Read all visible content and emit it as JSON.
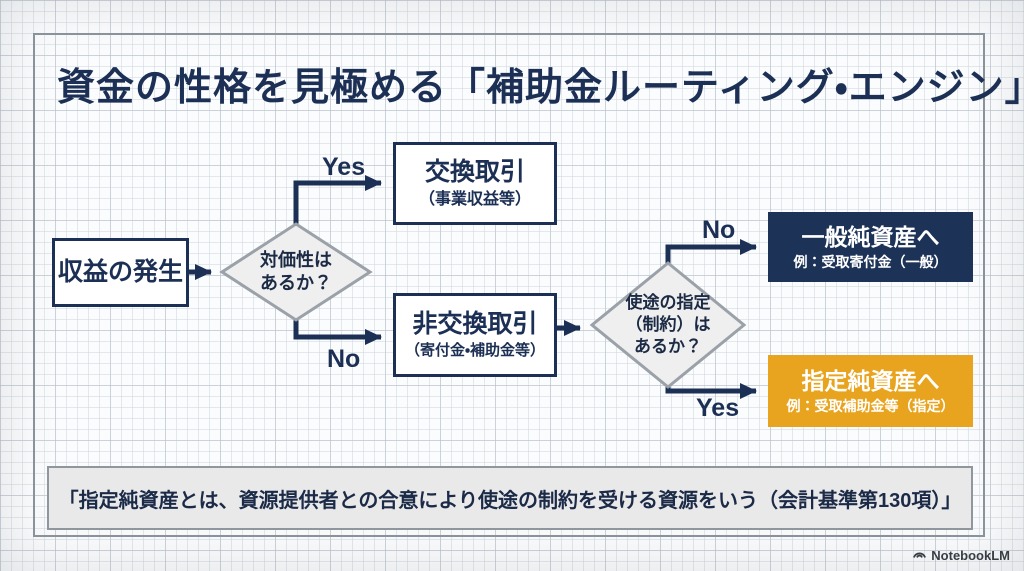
{
  "title": "資金の性格を見極める「補助金ルーティング・エンジン」",
  "flowchart": {
    "start": {
      "label": "収益の発生"
    },
    "decision1": {
      "line1": "対価性は",
      "line2": "あるか？"
    },
    "decision2": {
      "line1": "使途の指定",
      "line2": "（制約）は",
      "line3": "あるか？"
    },
    "branch_labels": {
      "yes1": "Yes",
      "no1": "No",
      "no2": "No",
      "yes2": "Yes"
    },
    "exchange_box": {
      "title": "交換取引",
      "subtitle": "（事業収益等）"
    },
    "non_exchange_box": {
      "title": "非交換取引",
      "subtitle": "（寄付金・補助金等）"
    },
    "general_net_assets_box": {
      "title": "一般純資産へ",
      "subtitle": "例：受取寄付金（一般）"
    },
    "designated_net_assets_box": {
      "title": "指定純資産へ",
      "subtitle": "例：受取補助金等（指定）"
    }
  },
  "note": "「指定純資産とは、資源提供者との合意により使途の制約を受ける資源をいう（会計基準第130項）」",
  "watermark": {
    "label": "NotebookLM"
  },
  "colors": {
    "navy": "#1c2f55",
    "orange": "#e9a41f",
    "diamond_fill": "#efefef",
    "diamond_border": "#9aa1a8",
    "note_fill": "#e9e9ea",
    "grid_line": "#d2d7dd"
  }
}
